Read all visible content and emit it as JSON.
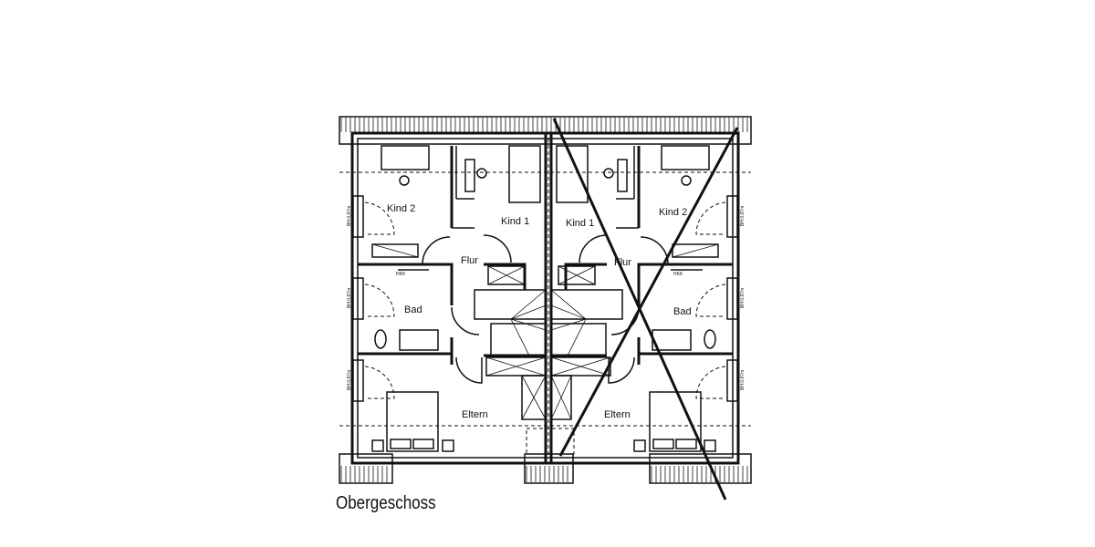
{
  "plan": {
    "title": "Obergeschoss",
    "rooms": {
      "left_kind2": "Kind 2",
      "left_kind1": "Kind 1",
      "right_kind1": "Kind 1",
      "right_kind2": "Kind 2",
      "left_flur": "Flur",
      "right_flur": "Flur",
      "left_bad": "Bad",
      "right_bad": "Bad",
      "left_eltern": "Eltern",
      "right_eltern": "Eltern"
    },
    "hkk_label": "HKK",
    "window_label": "BH:0,87m",
    "crossed_out": true,
    "line_color": "#111111"
  }
}
